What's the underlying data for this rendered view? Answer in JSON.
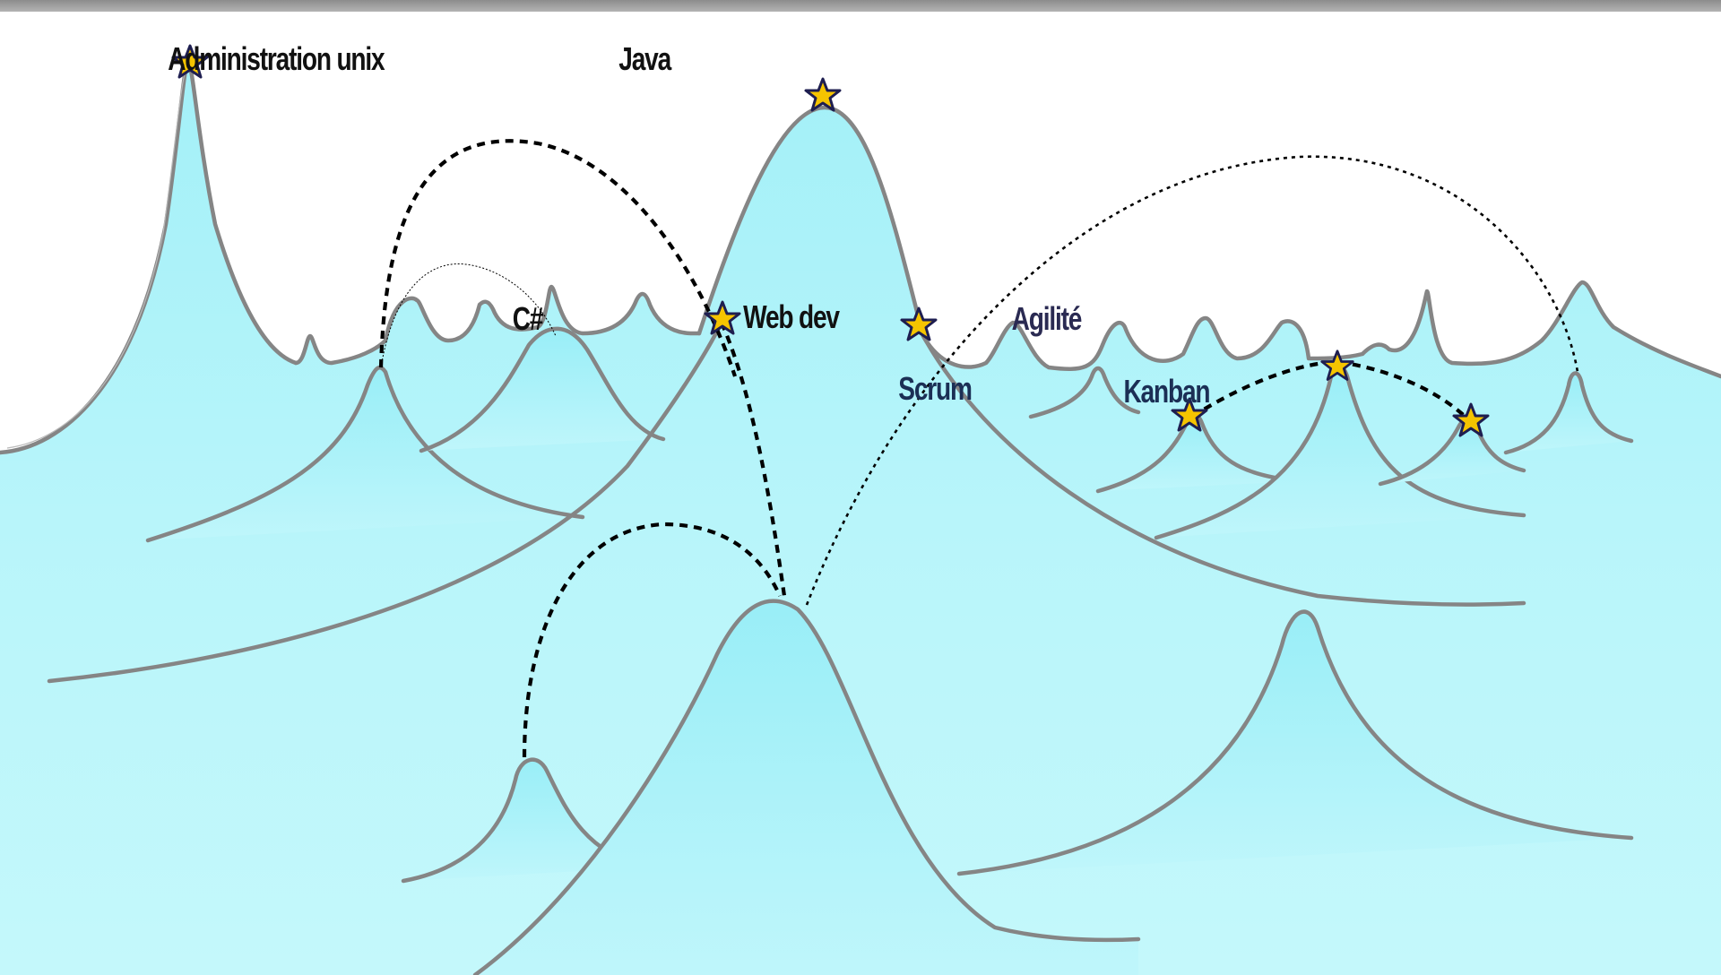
{
  "map": {
    "peaks": [
      {
        "id": "unix",
        "label": "Administration unix",
        "label_style": "dark"
      },
      {
        "id": "java",
        "label": "Java",
        "label_style": "dark"
      },
      {
        "id": "csharp",
        "label": "C#",
        "label_style": "dark"
      },
      {
        "id": "webdev",
        "label": "Web dev",
        "label_style": "dark"
      },
      {
        "id": "agilite",
        "label": "Agilité",
        "label_style": "plum"
      },
      {
        "id": "scrum",
        "label": "Scrum",
        "label_style": "navy"
      },
      {
        "id": "kanban",
        "label": "Kanban",
        "label_style": "navy"
      }
    ],
    "colors": {
      "sea": "#b9f4f9",
      "sea_peak": "#a6f1f8",
      "ridge": "#858585",
      "star_fill": "#f5c400",
      "star_outline": "#1e1e50",
      "label_dark": "#111111",
      "label_navy": "#1b2f55",
      "label_plum": "#2a2a52",
      "top_bar": "#999999"
    },
    "icons": [
      "star-icon"
    ]
  }
}
